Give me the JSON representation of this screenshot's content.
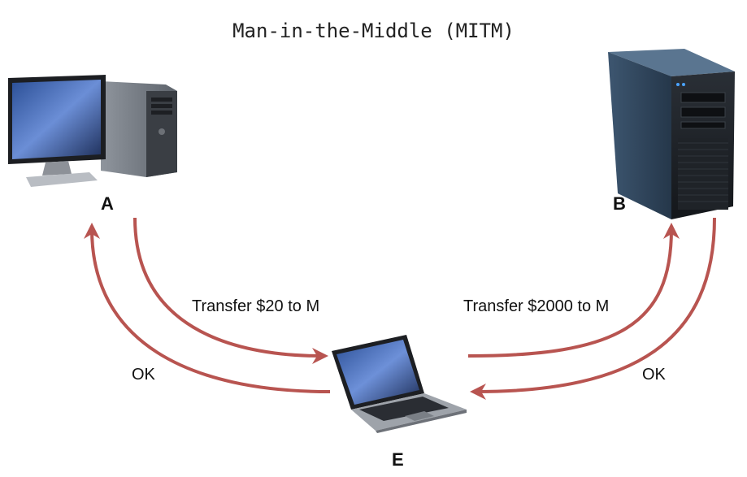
{
  "title": "Man-in-the-Middle (MITM)",
  "nodes": {
    "a": {
      "label": "A",
      "icon": "desktop-computer-icon"
    },
    "b": {
      "label": "B",
      "icon": "server-tower-icon"
    },
    "e": {
      "label": "E",
      "icon": "laptop-icon"
    }
  },
  "messages": {
    "a_to_e": "Transfer $20 to M",
    "e_to_b": "Transfer $2000 to M",
    "b_to_e": "OK",
    "e_to_a": "OK"
  },
  "colors": {
    "arrow": "#b85450"
  }
}
